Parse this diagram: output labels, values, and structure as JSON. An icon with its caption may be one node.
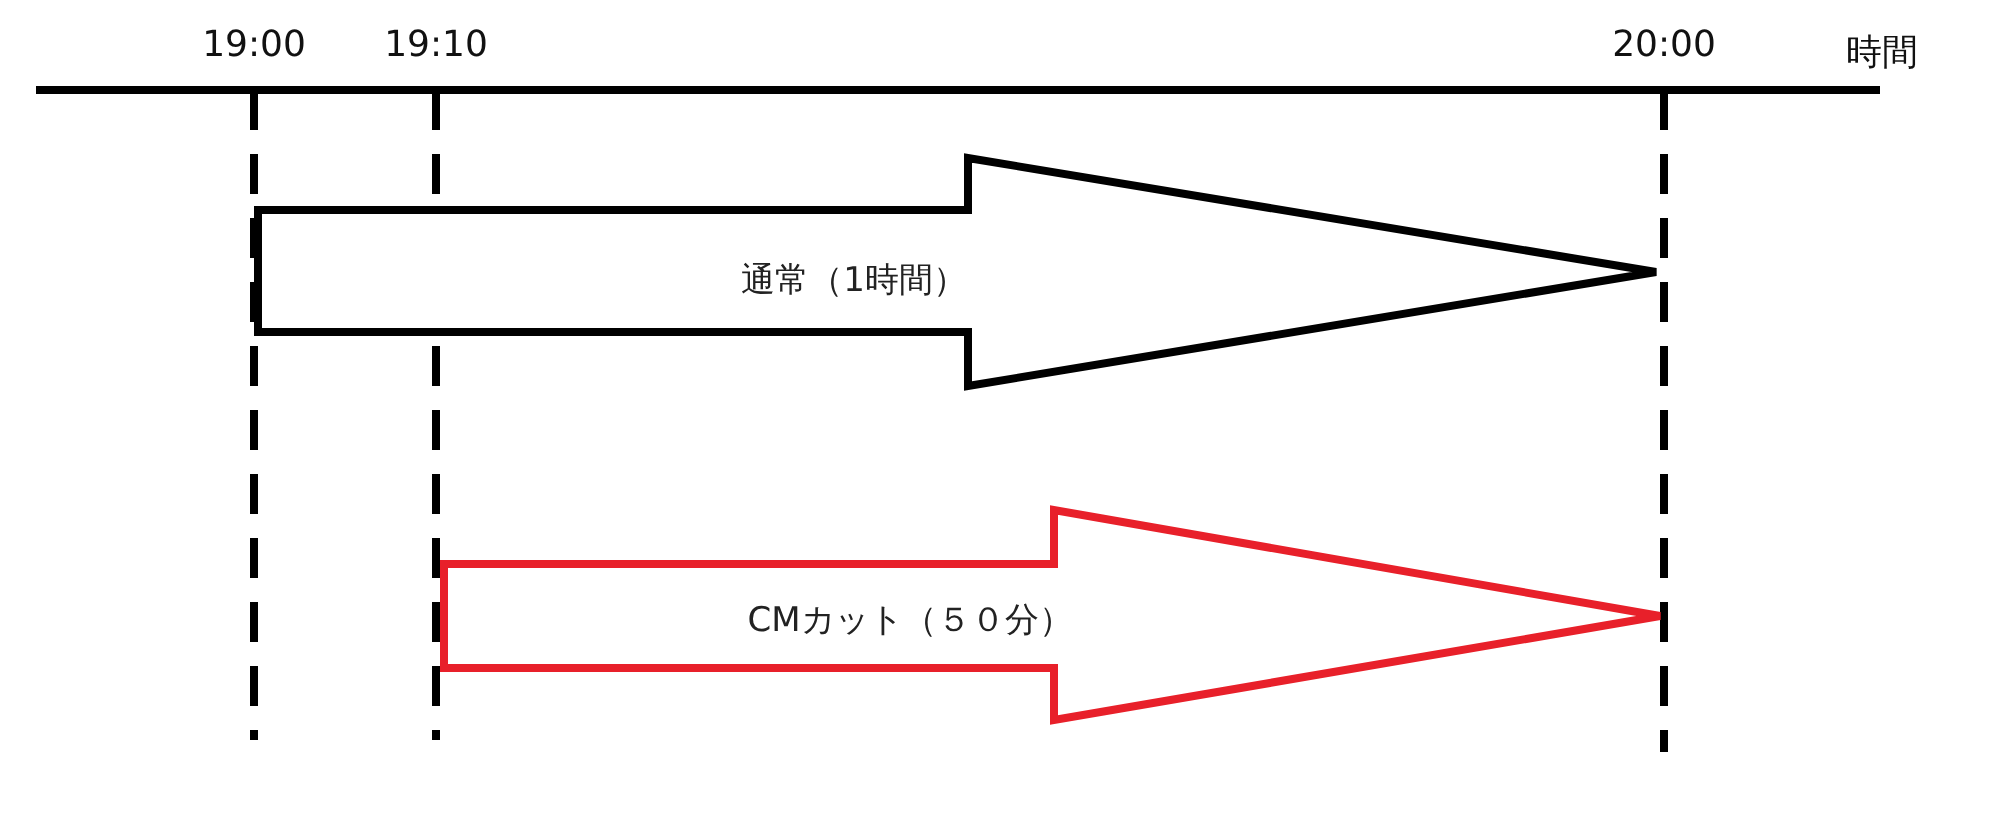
{
  "diagram": {
    "nodes": [
      {
        "text": [
          "通常（1時間）"
        ]
      },
      {
        "text": [
          "CMカット（５０分）"
        ]
      }
    ],
    "labels": [
      "19:00",
      "19:10",
      "20:00",
      "時間"
    ]
  }
}
